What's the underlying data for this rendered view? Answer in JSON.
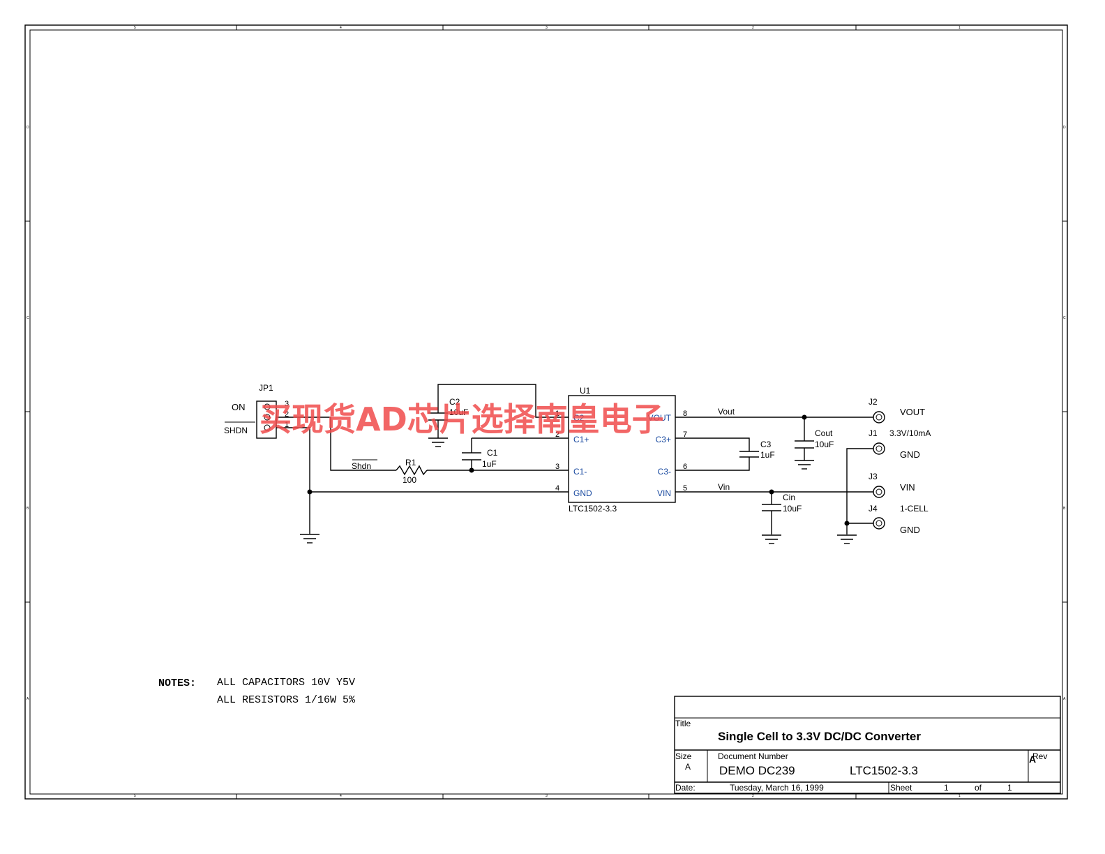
{
  "border": {
    "zone_cols": [
      "5",
      "4",
      "3",
      "2",
      "1"
    ],
    "zone_rows": [
      "D",
      "C",
      "B",
      "A"
    ]
  },
  "watermark": "买现货AD芯片选择南皇电子",
  "components": {
    "jp1": {
      "ref": "JP1",
      "label_on": "ON",
      "label_shdn": "SHDN",
      "pins": [
        "3",
        "2",
        "1"
      ]
    },
    "u1": {
      "ref": "U1",
      "part": "LTC1502-3.3",
      "left_pins": [
        {
          "num": "1",
          "name": "C2"
        },
        {
          "num": "2",
          "name": "C1+"
        },
        {
          "num": "3",
          "name": "C1-"
        },
        {
          "num": "4",
          "name": "GND"
        }
      ],
      "right_pins": [
        {
          "num": "8",
          "name": "VOUT"
        },
        {
          "num": "7",
          "name": "C3+"
        },
        {
          "num": "6",
          "name": "C3-"
        },
        {
          "num": "5",
          "name": "VIN"
        }
      ]
    },
    "c2": {
      "ref": "C2",
      "value": "10uF"
    },
    "c1": {
      "ref": "C1",
      "value": "1uF"
    },
    "r1": {
      "ref": "R1",
      "value": "100"
    },
    "c3": {
      "ref": "C3",
      "value": "1uF"
    },
    "cout": {
      "ref": "Cout",
      "value": "10uF"
    },
    "cin": {
      "ref": "Cin",
      "value": "10uF"
    },
    "nets": {
      "shdn": "Shdn",
      "vout": "Vout",
      "vin": "Vin"
    },
    "connectors": {
      "j2": {
        "ref": "J2",
        "label": "VOUT",
        "sub": "3.3V/10mA"
      },
      "j1": {
        "ref": "J1",
        "label": "GND"
      },
      "j3": {
        "ref": "J3",
        "label": "VIN",
        "sub": "1-CELL"
      },
      "j4": {
        "ref": "J4",
        "label": "GND"
      }
    }
  },
  "notes": {
    "heading": "NOTES:",
    "line1": "ALL CAPACITORS 10V Y5V",
    "line2": "ALL RESISTORS 1/16W 5%"
  },
  "title_block": {
    "title_label": "Title",
    "title": "Single Cell to 3.3V DC/DC Converter",
    "size_label": "Size",
    "size": "A",
    "docnum_label": "Document Number",
    "doc_number": "DEMO DC239",
    "part_number": "LTC1502-3.3",
    "rev_label": "Rev",
    "rev": "A",
    "date_label": "Date:",
    "date": "Tuesday, March 16, 1999",
    "sheet_label": "Sheet",
    "sheet": "1",
    "of_label": "of",
    "of": "1"
  }
}
